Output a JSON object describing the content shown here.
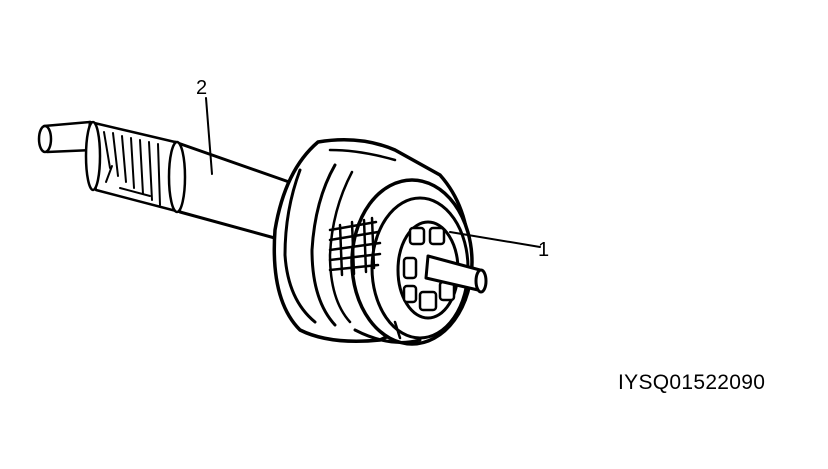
{
  "figure": {
    "code": "IYSQ01522090",
    "callouts": [
      {
        "id": "1",
        "label": "1"
      },
      {
        "id": "2",
        "label": "2"
      }
    ]
  },
  "colors": {
    "ink": "#000000",
    "background": "#ffffff"
  }
}
